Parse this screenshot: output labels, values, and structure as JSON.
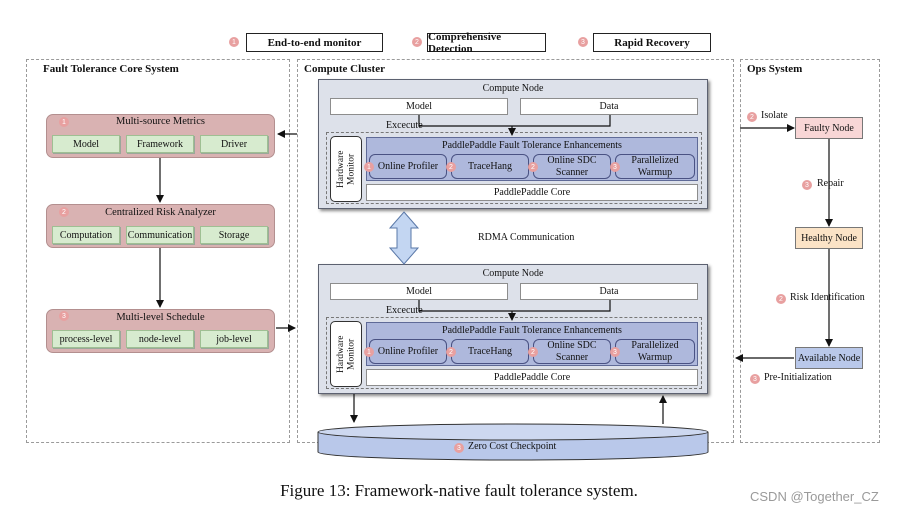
{
  "legend": [
    {
      "num": "1",
      "label": "End-to-end monitor"
    },
    {
      "num": "2",
      "label": "Comprehensive Detection"
    },
    {
      "num": "3",
      "label": "Rapid Recovery"
    }
  ],
  "core_system": {
    "title": "Fault Tolerance Core System",
    "groups": [
      {
        "num": "1",
        "title": "Multi-source Metrics",
        "items": [
          "Model",
          "Framework",
          "Driver"
        ]
      },
      {
        "num": "2",
        "title": "Centralized Risk Analyzer",
        "items": [
          "Computation",
          "Communication",
          "Storage"
        ]
      },
      {
        "num": "3",
        "title": "Multi-level Schedule",
        "items": [
          "process-level",
          "node-level",
          "job-level"
        ]
      }
    ]
  },
  "compute_cluster": {
    "title": "Compute Cluster",
    "rdma_label": "RDMA Communication",
    "nodes": [
      {
        "title": "Compute Node",
        "model": "Model",
        "data": "Data",
        "execute": "Excecute",
        "hardware_monitor": "Hardware Monitor",
        "enhancements_title": "PaddlePaddle Fault Tolerance Enhancements",
        "enhancements": [
          {
            "num": "1",
            "label": "Online Profiler"
          },
          {
            "num": "2",
            "label": "TraceHang"
          },
          {
            "num": "2",
            "label": "Online SDC Scanner"
          },
          {
            "num": "3",
            "label": "Parallelized Warmup"
          }
        ],
        "core": "PaddlePaddle Core"
      },
      {
        "title": "Compute Node",
        "model": "Model",
        "data": "Data",
        "execute": "Excecute",
        "hardware_monitor": "Hardware Monitor",
        "enhancements_title": "PaddlePaddle Fault Tolerance Enhancements",
        "enhancements": [
          {
            "num": "1",
            "label": "Online Profiler"
          },
          {
            "num": "2",
            "label": "TraceHang"
          },
          {
            "num": "2",
            "label": "Online SDC Scanner"
          },
          {
            "num": "3",
            "label": "Parallelized Warmup"
          }
        ],
        "core": "PaddlePaddle Core"
      }
    ],
    "checkpoint": {
      "num": "3",
      "label": "Zero Cost Checkpoint"
    }
  },
  "ops_system": {
    "title": "Ops System",
    "faulty": "Faulty Node",
    "healthy": "Healthy Node",
    "available": "Available Node",
    "isolate": {
      "num": "2",
      "label": "Isolate"
    },
    "repair": {
      "num": "3",
      "label": "Repair"
    },
    "risk": {
      "num": "2",
      "label": "Risk Identification"
    },
    "preinit": {
      "num": "3",
      "label": "Pre-Initialization"
    }
  },
  "caption": "Figure 13: Framework-native fault tolerance system.",
  "watermark": "CSDN @Together_CZ",
  "colors": {
    "group_bg": "#d9b2b2",
    "pill_bg": "#d7ebcf",
    "node_bg": "#dde1ea",
    "enh_bg": "#aeb8dc",
    "faulty_bg": "#f8d6d6",
    "healthy_bg": "#fbe3c6",
    "available_bg": "#b9c8ea",
    "badge": "#e8a0a0"
  }
}
